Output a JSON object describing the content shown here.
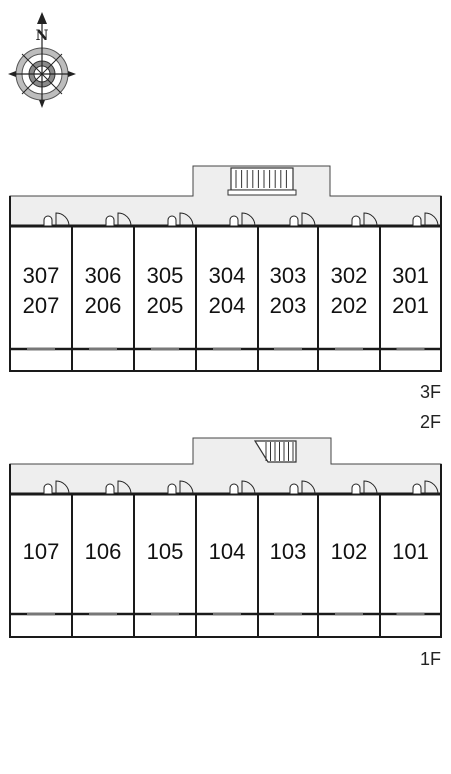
{
  "compass": {
    "north_label": "N",
    "icon": "compass-rose-icon"
  },
  "upper_plan": {
    "floor_labels": [
      "3F",
      "2F"
    ],
    "units": [
      {
        "top": "307",
        "bottom": "207"
      },
      {
        "top": "306",
        "bottom": "206"
      },
      {
        "top": "305",
        "bottom": "205"
      },
      {
        "top": "304",
        "bottom": "204"
      },
      {
        "top": "303",
        "bottom": "203"
      },
      {
        "top": "302",
        "bottom": "202"
      },
      {
        "top": "301",
        "bottom": "201"
      }
    ]
  },
  "lower_plan": {
    "floor_labels": [
      "1F"
    ],
    "units": [
      {
        "top": "107"
      },
      {
        "top": "106"
      },
      {
        "top": "105"
      },
      {
        "top": "104"
      },
      {
        "top": "103"
      },
      {
        "top": "102"
      },
      {
        "top": "101"
      }
    ]
  },
  "colors": {
    "corridor": "#eeeeee",
    "wall": "#1a1a1a",
    "stair": "#333333"
  }
}
